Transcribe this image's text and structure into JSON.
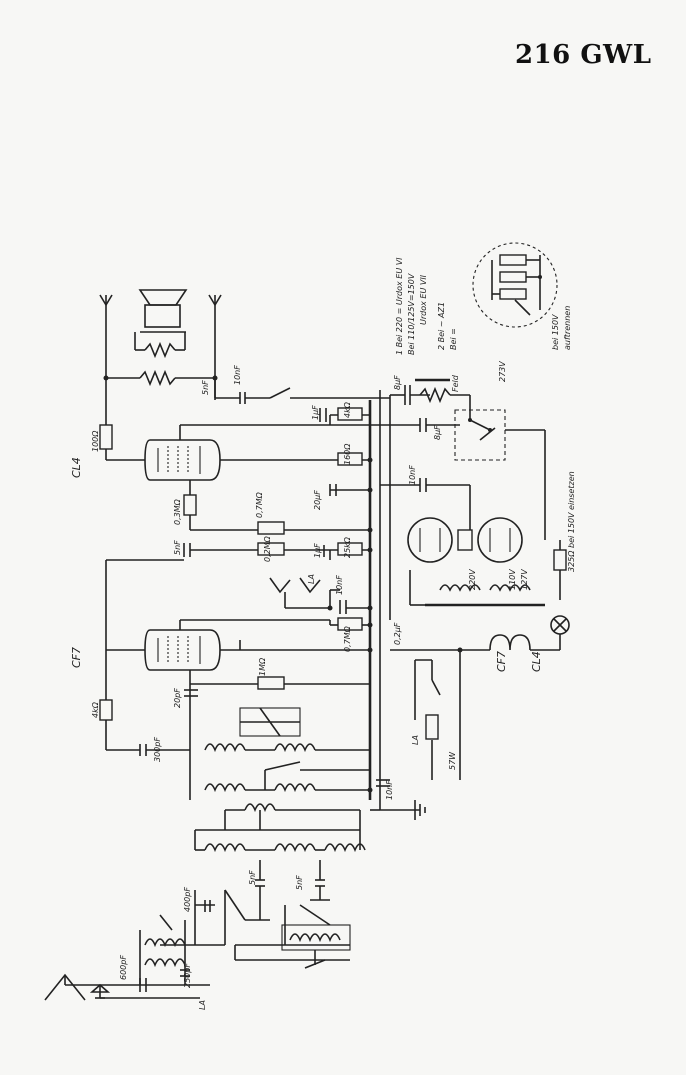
{
  "title": "216 GWL",
  "tubes": {
    "output": "CL4",
    "input": "CF7"
  },
  "labels": {
    "r100": "100Ω",
    "cap5nf_top": "5nF",
    "cap10nf_top": "10nF",
    "r03mo": "0,3MΩ",
    "r07mo": "0,7MΩ",
    "r02mo": "0,2MΩ",
    "c5nf_mid": "5nF",
    "c20uf": "20μF",
    "c1uf_a": "1μF",
    "r4ko": "4kΩ",
    "r160": "160Ω",
    "r25ko": "25kΩ",
    "c1uf_b": "1μF",
    "c10nf_b": "10nF",
    "la_top": "LA",
    "r07mo_b": "0,7MΩ",
    "c02uf": "0,2μF",
    "c8uf": "8μF",
    "c10nf_c": "10nF",
    "c8uf_b": "8μF",
    "feld": "Feld",
    "v220": "220V",
    "v110": "110V",
    "v127": "127V",
    "r4ko_b": "4kΩ",
    "c300pf": "300pF",
    "c20pf": "20pF",
    "r1mo": "1MΩ",
    "c10nf_d": "10nF",
    "c5nf_e": "5nF",
    "c5nf_f": "5nF",
    "c400pf": "400pF",
    "c600pf": "600pF",
    "c250pf": "250pF",
    "la_bottom": "LA",
    "la_mid": "LA",
    "w57": "57W",
    "cf7_h": "CF7",
    "cl4_h": "CL4",
    "r325": "325Ω",
    "note_325": "bei 150V einsetzen",
    "note1": "1 Bei 220 = Urdox EU VI",
    "note1b": "Bei 110/125V=150V",
    "note1c": "Urdox EU VII",
    "note2": "2 Bei ~ AZ1",
    "note2b": "Bei =",
    "note3": "bei 150V",
    "note3b": "auftrennen",
    "v273": "273V"
  }
}
